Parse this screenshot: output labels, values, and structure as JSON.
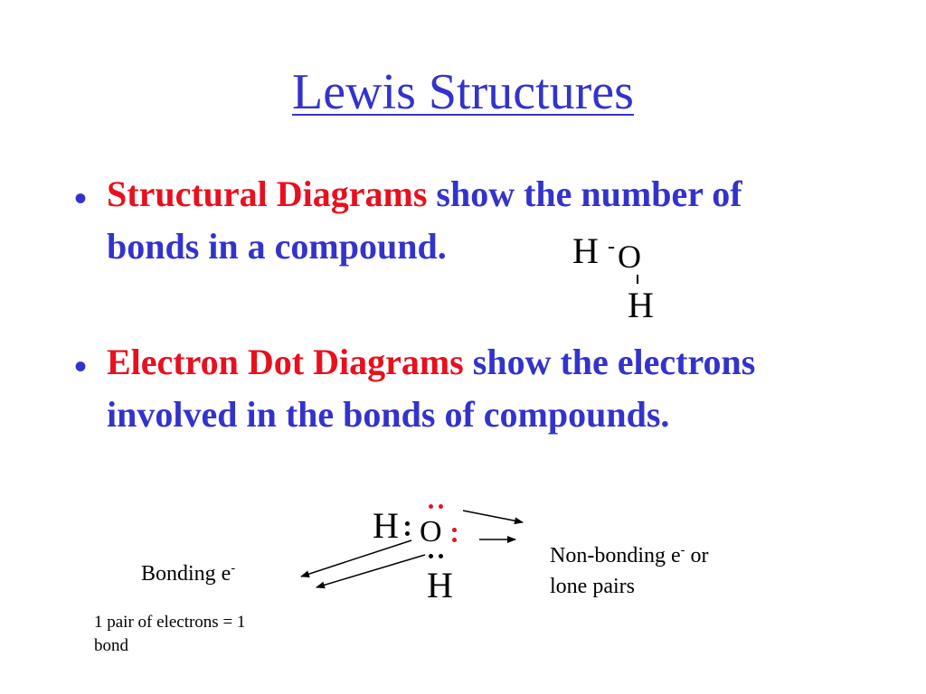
{
  "title": "Lewis Structures",
  "bullets": [
    {
      "highlight": "Structural Diagrams",
      "rest_line1": " show the number of",
      "line2": "bonds in a compound."
    },
    {
      "highlight": "Electron Dot Diagrams",
      "rest_line1": " show the electrons",
      "line2": "involved in the bonds of compounds."
    }
  ],
  "structural_formula": {
    "atom_h1": "H",
    "bond_h1": "-",
    "atom_o": "O",
    "bond_h2": "-",
    "atom_h2": "H"
  },
  "dot_diagram": {
    "atom_h1": "H",
    "atom_o": "O",
    "atom_h2": "H"
  },
  "labels": {
    "bonding": "Bonding e",
    "bonding_sup": "-",
    "nonbonding_line1": "Non-bonding e",
    "nonbonding_sup": "-",
    "nonbonding_or": " or",
    "nonbonding_line2": "lone pairs",
    "pair_line1": "1 pair of electrons = 1",
    "pair_line2": "bond"
  },
  "colors": {
    "title": "#3333cc",
    "body": "#3333cc",
    "highlight": "#e8101e",
    "lone_pair": "#e8101e",
    "bond_pair": "#000000"
  }
}
